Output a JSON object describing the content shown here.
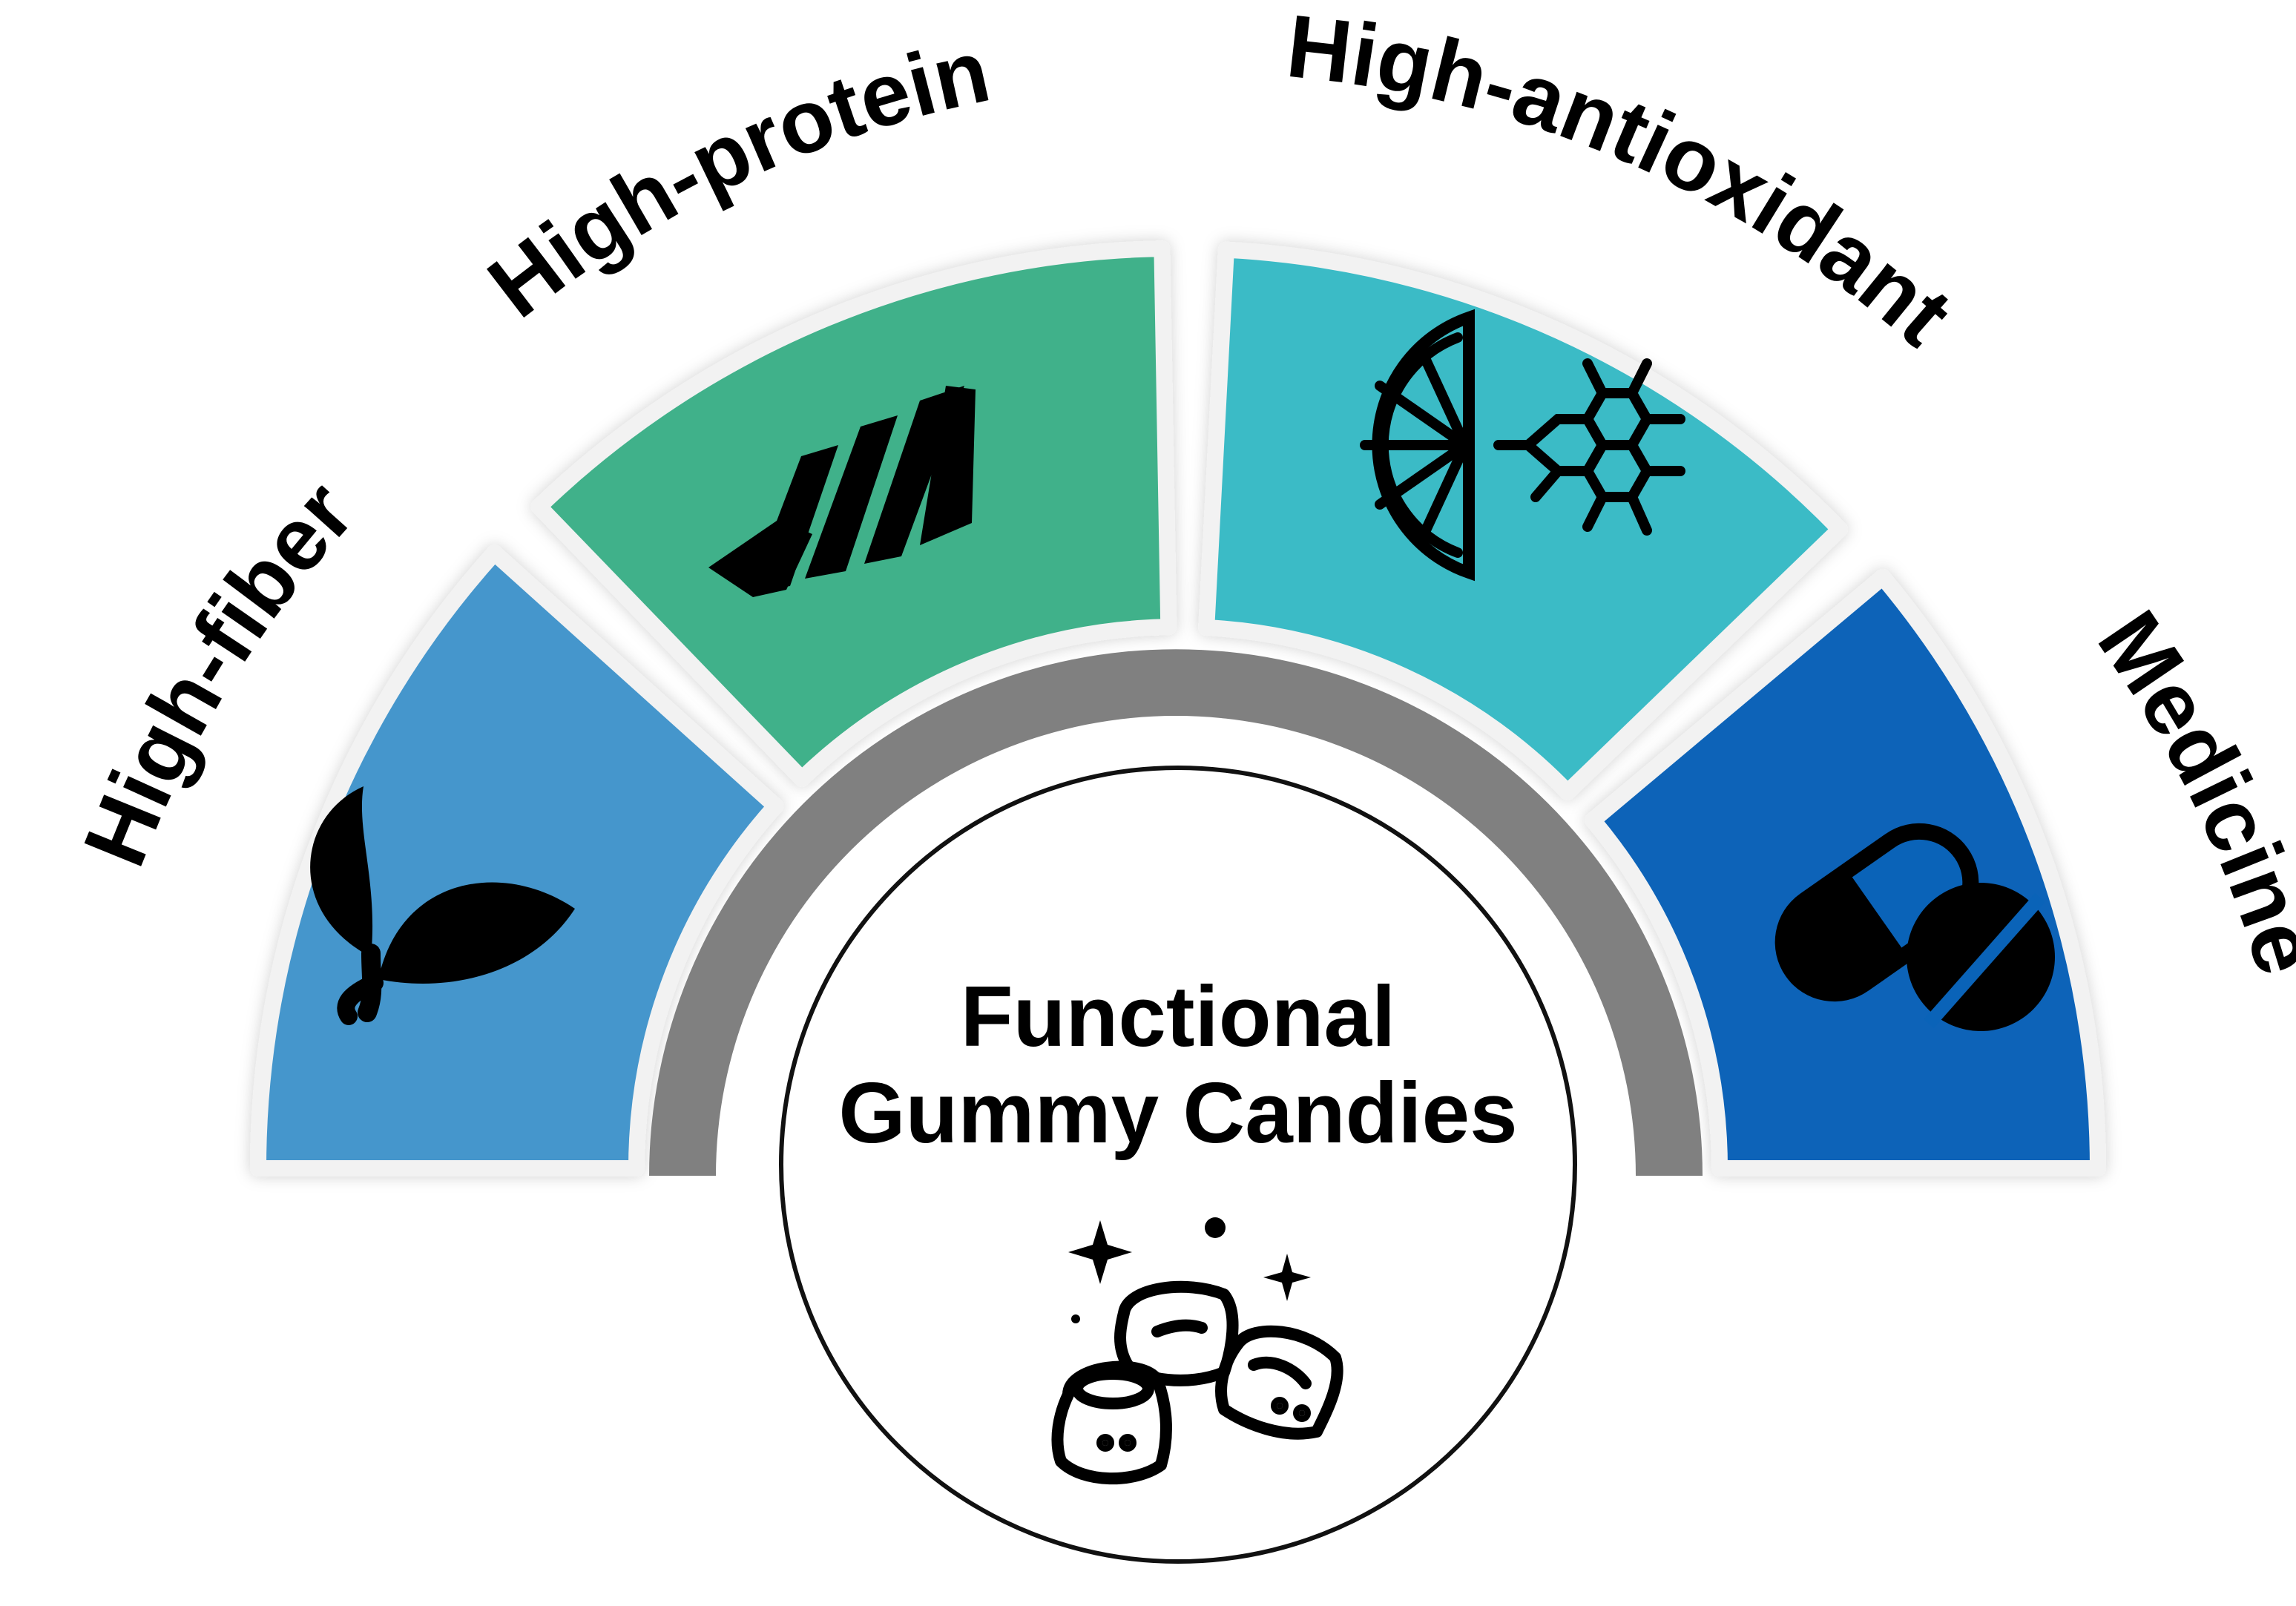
{
  "center": {
    "title_line1": "Functional",
    "title_line2": "Gummy Candies",
    "icon": "gummy-candies-icon"
  },
  "segments": [
    {
      "id": "high-fiber",
      "label": "High-fiber",
      "icon": "leaf-sprout-icon",
      "color": "#4596CC"
    },
    {
      "id": "high-protein",
      "label": "High-protein",
      "icon": "protein-helix-icon",
      "color": "#3FB18A"
    },
    {
      "id": "high-antioxidant",
      "label": "High-antioxidant",
      "icon": "citrus-molecule-icon",
      "color": "#3BBBC6"
    },
    {
      "id": "medicine",
      "label": "Medicine",
      "icon": "capsule-pill-icon",
      "color": "#0A63B8"
    }
  ],
  "colors": {
    "ring": "#808080",
    "segment_border": "#F2F2F2",
    "icon": "#000000"
  }
}
